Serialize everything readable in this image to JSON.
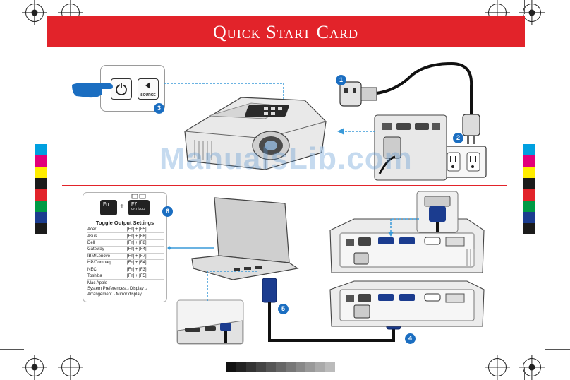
{
  "header": {
    "title": "Quick Start Card"
  },
  "top_left_panel": {
    "source_label": "SOURCE",
    "callout": "3"
  },
  "top_right_panel": {
    "callout_power_cord": "1",
    "callout_outlet": "2"
  },
  "bottom_left_panel": {
    "callout": "6",
    "keys": {
      "fn": "Fn",
      "plus": "+",
      "f7": "F7",
      "f7_sub": "CRT/LCD"
    },
    "table_title": "Toggle Output Settings",
    "rows": [
      {
        "brand": "Acer",
        "keys": "[Fn] + [F5]"
      },
      {
        "brand": "Asus",
        "keys": "[Fn] + [F8]"
      },
      {
        "brand": "Dell",
        "keys": "[Fn] + [F8]"
      },
      {
        "brand": "Gateway",
        "keys": "[Fn] + [F4]"
      },
      {
        "brand": "IBM/Lenovo",
        "keys": "[Fn] + [F7]"
      },
      {
        "brand": "HP/Compaq",
        "keys": "[Fn] + [F4]"
      },
      {
        "brand": "NEC",
        "keys": "[Fn] + [F3]"
      },
      {
        "brand": "Toshiba",
        "keys": "[Fn] + [F5]"
      }
    ],
    "apple_heading": "Mac Apple :",
    "apple_line1": "System Preferences→Display→",
    "apple_line2": "Arrangement→Mirror display"
  },
  "bottom_right_panel": {
    "callout_vga": "5",
    "callout_projector": "4"
  },
  "watermark": "ManualsLib.com",
  "colors": {
    "banner": "#e2232a",
    "callout": "#1b6ec1",
    "guide_line": "#3a9ad9",
    "color_bars": [
      "#00a0e0",
      "#e2007a",
      "#ffed00",
      "#1b1b1b",
      "#e2232a",
      "#009a44",
      "#1b3c8f",
      "#1b1b1b"
    ]
  }
}
